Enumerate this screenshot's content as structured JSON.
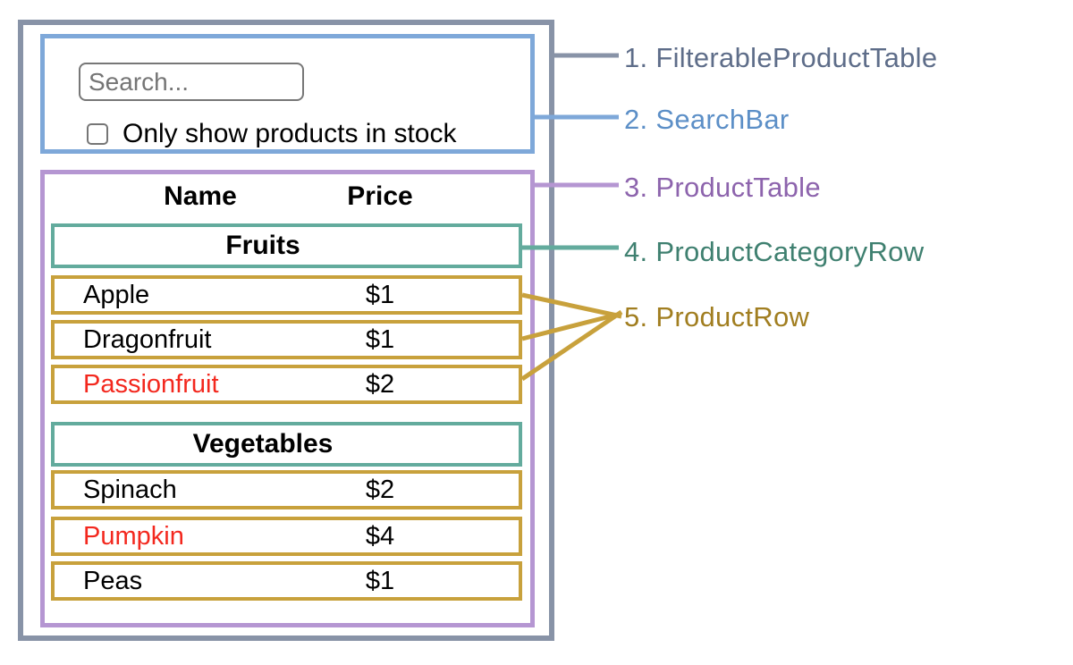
{
  "search_bar": {
    "placeholder": "Search...",
    "checkbox_label": "Only show products in stock",
    "checkbox_checked": false
  },
  "product_table": {
    "columns": [
      "Name",
      "Price"
    ],
    "sections": [
      {
        "category": "Fruits",
        "rows": [
          {
            "name": "Apple",
            "price": "$1",
            "out_of_stock": false
          },
          {
            "name": "Dragonfruit",
            "price": "$1",
            "out_of_stock": false
          },
          {
            "name": "Passionfruit",
            "price": "$2",
            "out_of_stock": true
          }
        ]
      },
      {
        "category": "Vegetables",
        "rows": [
          {
            "name": "Spinach",
            "price": "$2",
            "out_of_stock": false
          },
          {
            "name": "Pumpkin",
            "price": "$4",
            "out_of_stock": true
          },
          {
            "name": "Peas",
            "price": "$1",
            "out_of_stock": false
          }
        ]
      }
    ]
  },
  "legend": {
    "items": [
      {
        "label": "1. FilterableProductTable",
        "text_color": "#5e6d89",
        "line_color": "#8893a7"
      },
      {
        "label": "2. SearchBar",
        "text_color": "#5c8fc7",
        "line_color": "#7ea8d9"
      },
      {
        "label": "3. ProductTable",
        "text_color": "#8d64ad",
        "line_color": "#b596d2"
      },
      {
        "label": "4. ProductCategoryRow",
        "text_color": "#3f8070",
        "line_color": "#63ab9d"
      },
      {
        "label": "5. ProductRow",
        "text_color": "#a17e20",
        "line_color": "#c8a13c"
      }
    ]
  },
  "colors": {
    "out_of_stock_text": "#f3281e",
    "outer_border": "#8893a7",
    "searchbar_border": "#7ea8d9",
    "producttable_border": "#b596d2",
    "category_border": "#63ab9d",
    "productrow_border": "#c8a13c"
  }
}
